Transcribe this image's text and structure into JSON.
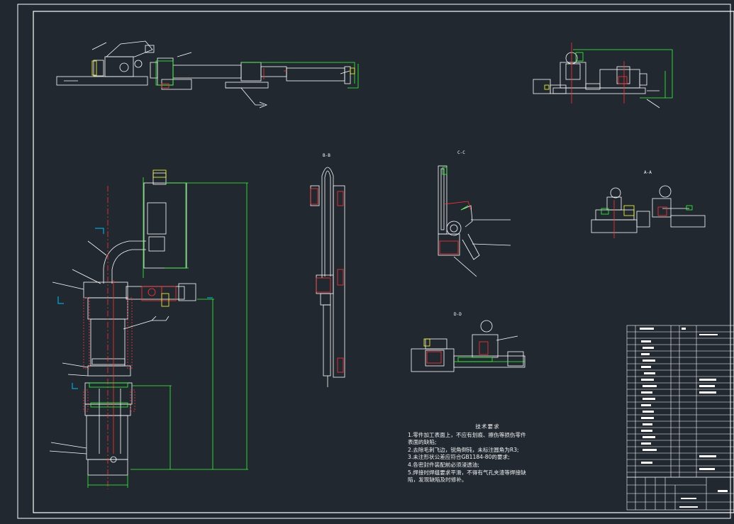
{
  "drawing": {
    "background": "#212830",
    "line_colors": {
      "outline": "#ffffff",
      "dimension": "#33ff33",
      "centerline": "#ff3333",
      "hatch": "#ff3333",
      "accent": "#ffff33"
    }
  },
  "view_labels": {
    "view_b": "B-B",
    "view_c": "C-C",
    "view_a": "A-A",
    "view_d": "D-D"
  },
  "technical_requirements": {
    "heading": "技术要求",
    "lines": [
      "1.零件加工表面上，不应有划痕、擦伤等损伤零件",
      "表面的缺陷;",
      "2.去除毛刺飞边，锐角倒钝，未标注圆角为R3;",
      "3.未注形状公差应符合GB1184-80的要求;",
      "4.各密封件装配前必须浸透油;",
      "5.焊接时焊缝要求平滑，不得有气孔夹渣等焊接缺",
      "陷，发现缺陷及时修补。"
    ]
  }
}
